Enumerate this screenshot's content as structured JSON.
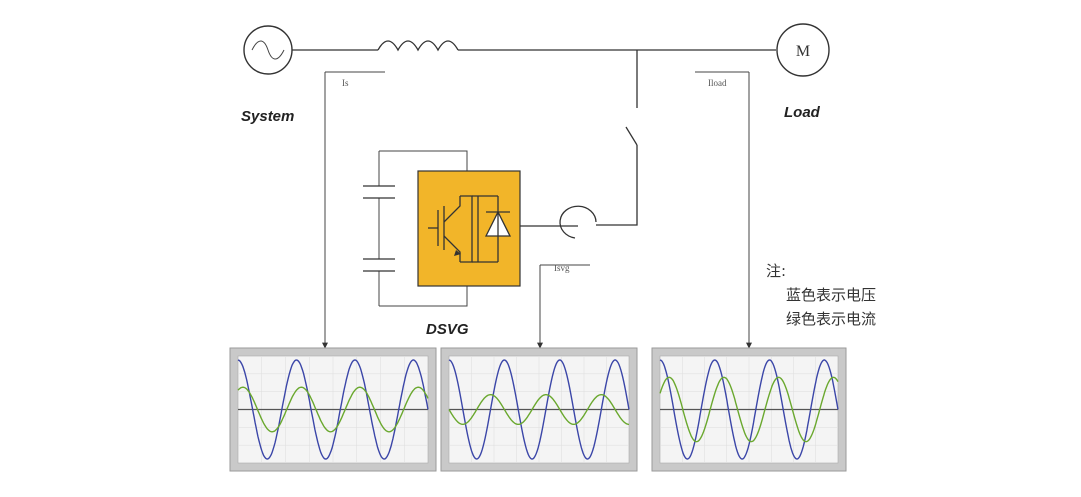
{
  "labels": {
    "system": "System",
    "load": "Load",
    "dsvg": "DSVG",
    "is": "Is",
    "iload": "Iload",
    "isvg": "Isvg",
    "motor": "M"
  },
  "note": {
    "title": "注:",
    "line1": "蓝色表示电压",
    "line2": "绿色表示电流"
  },
  "colors": {
    "voltage": "#3b46a8",
    "current": "#6aa82e",
    "zero_line": "#555555",
    "igbt_box": "#f2b529",
    "scope_frame": "#c9c9c9",
    "scope_bg": "#f4f4f4"
  },
  "icons": {
    "source": "ac-source-icon",
    "motor": "motor-icon",
    "inductor": "inductor-icon",
    "switch": "switch-icon",
    "ct": "current-transformer-icon",
    "capacitor": "capacitor-icon",
    "igbt": "igbt-icon"
  },
  "scopes": [
    {
      "name": "system-current",
      "voltage_amplitude": 1.0,
      "current_amplitude": 0.45,
      "current_phase_deg": -30,
      "cycles": 3.25
    },
    {
      "name": "svg-current",
      "voltage_amplitude": 1.0,
      "current_amplitude": 0.3,
      "current_phase_deg": 90,
      "cycles": 3.25
    },
    {
      "name": "load-current",
      "voltage_amplitude": 1.0,
      "current_amplitude": 0.65,
      "current_phase_deg": -60,
      "cycles": 3.25
    }
  ]
}
